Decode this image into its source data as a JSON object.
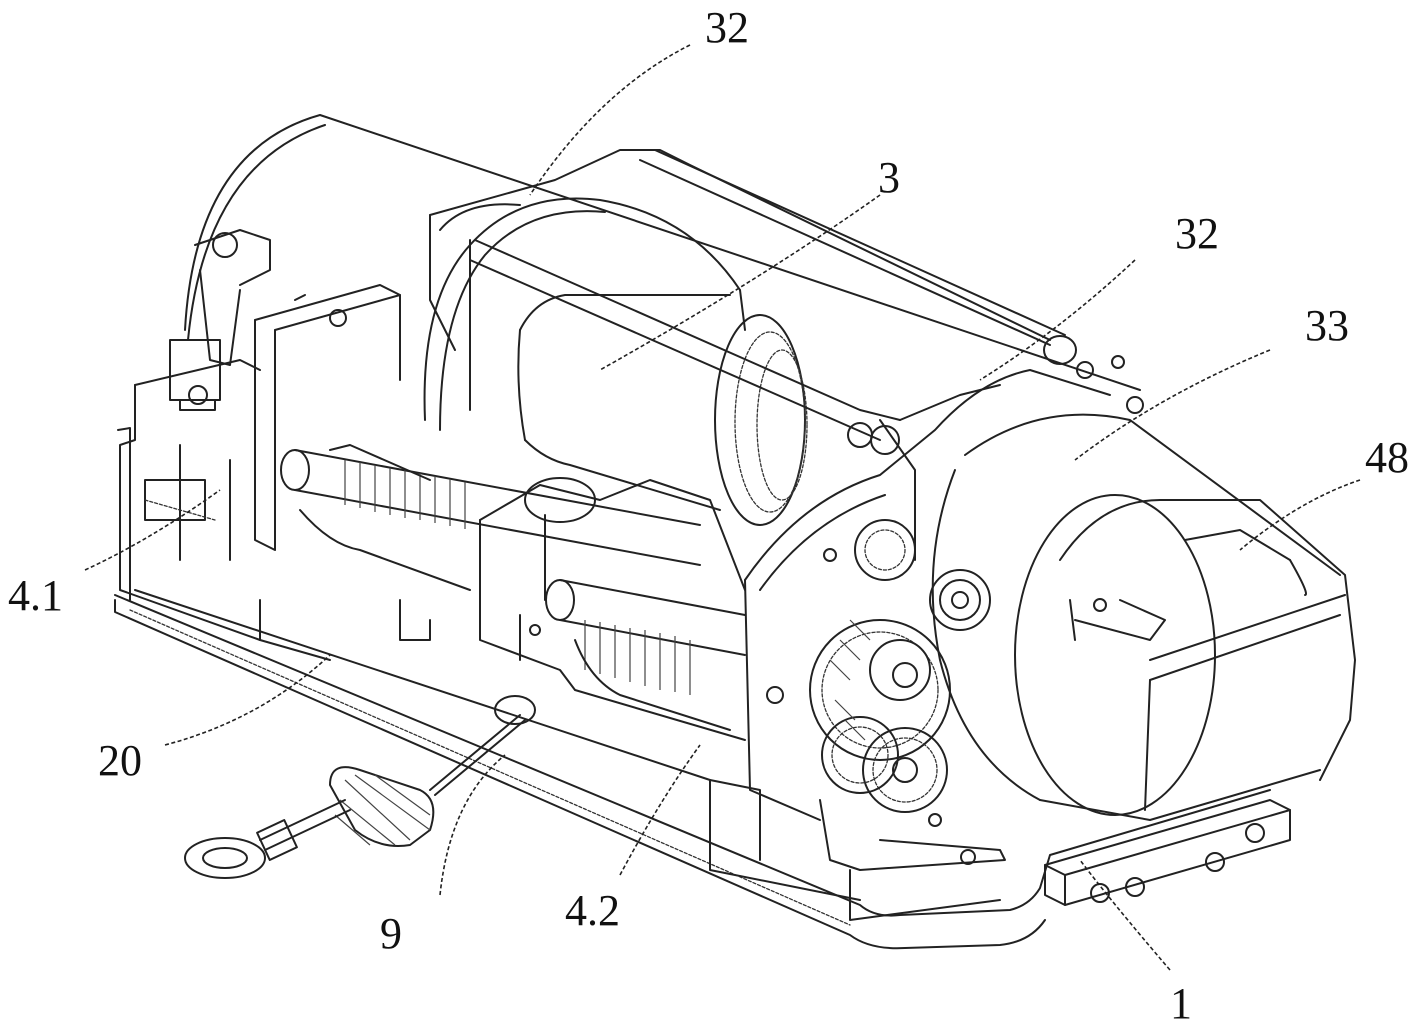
{
  "reference_numerals": [
    {
      "id": "32-top",
      "text": "32"
    },
    {
      "id": "3",
      "text": "3"
    },
    {
      "id": "32-right",
      "text": "32"
    },
    {
      "id": "33",
      "text": "33"
    },
    {
      "id": "48",
      "text": "48"
    },
    {
      "id": "4.1",
      "text": "4.1"
    },
    {
      "id": "20",
      "text": "20"
    },
    {
      "id": "9",
      "text": "9"
    },
    {
      "id": "4.2",
      "text": "4.2"
    },
    {
      "id": "1",
      "text": "1"
    }
  ]
}
